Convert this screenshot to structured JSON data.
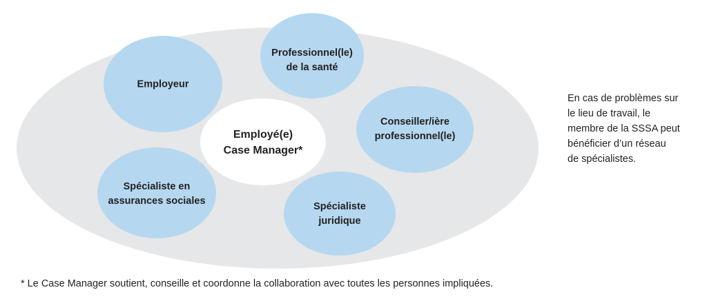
{
  "colors": {
    "outer": "#e6e7e8",
    "node": "#b5d8f0",
    "center": "#ffffff"
  },
  "center": {
    "line1": "Employé(e)",
    "line2": "Case Manager*"
  },
  "nodes": [
    {
      "line1": "Employeur",
      "line2": ""
    },
    {
      "line1": "Professionnel(le)",
      "line2": "de la santé"
    },
    {
      "line1": "Conseiller/ière",
      "line2": "professionnel(le)"
    },
    {
      "line1": "Spécialiste en",
      "line2": "assurances sociales"
    },
    {
      "line1": "Spécialiste",
      "line2": "juridique"
    }
  ],
  "side_text": [
    "En cas de problèmes sur",
    "le lieu de travail, le",
    "membre de la SSSA peut",
    "bénéficier d’un réseau",
    "de spécialistes."
  ],
  "footnote": "* Le Case Manager soutient, conseille et coordonne la collaboration avec toutes les personnes impliquées."
}
